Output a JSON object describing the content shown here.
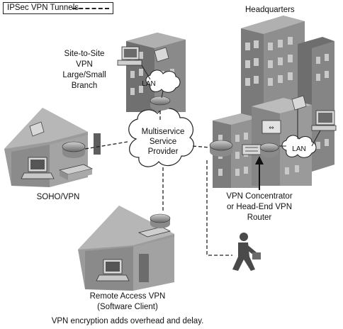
{
  "legend": {
    "label": "IPSec VPN Tunnels"
  },
  "labels": {
    "headquarters": "Headquarters",
    "branch_line1": "Site-to-Site",
    "branch_line2": "VPN",
    "branch_line3": "Large/Small",
    "branch_line4": "Branch",
    "soho": "SOHO/VPN",
    "provider_line1": "Multiservice",
    "provider_line2": "Service",
    "provider_line3": "Provider",
    "concentrator_line1": "VPN Concentrator",
    "concentrator_line2": "or Head-End VPN",
    "concentrator_line3": "Router",
    "remote_line1": "Remote Access VPN",
    "remote_line2": "(Software Client)",
    "lan_branch": "LAN",
    "lan_hq": "LAN",
    "caption": "VPN encryption adds overhead and delay."
  },
  "colors": {
    "building_dark": "#6f6f6f",
    "building_mid": "#8a8a8a",
    "building_light": "#a9a9a9",
    "window": "#c8c8c8",
    "roof": "#9a9a9a",
    "router": "#7d7d7d"
  }
}
